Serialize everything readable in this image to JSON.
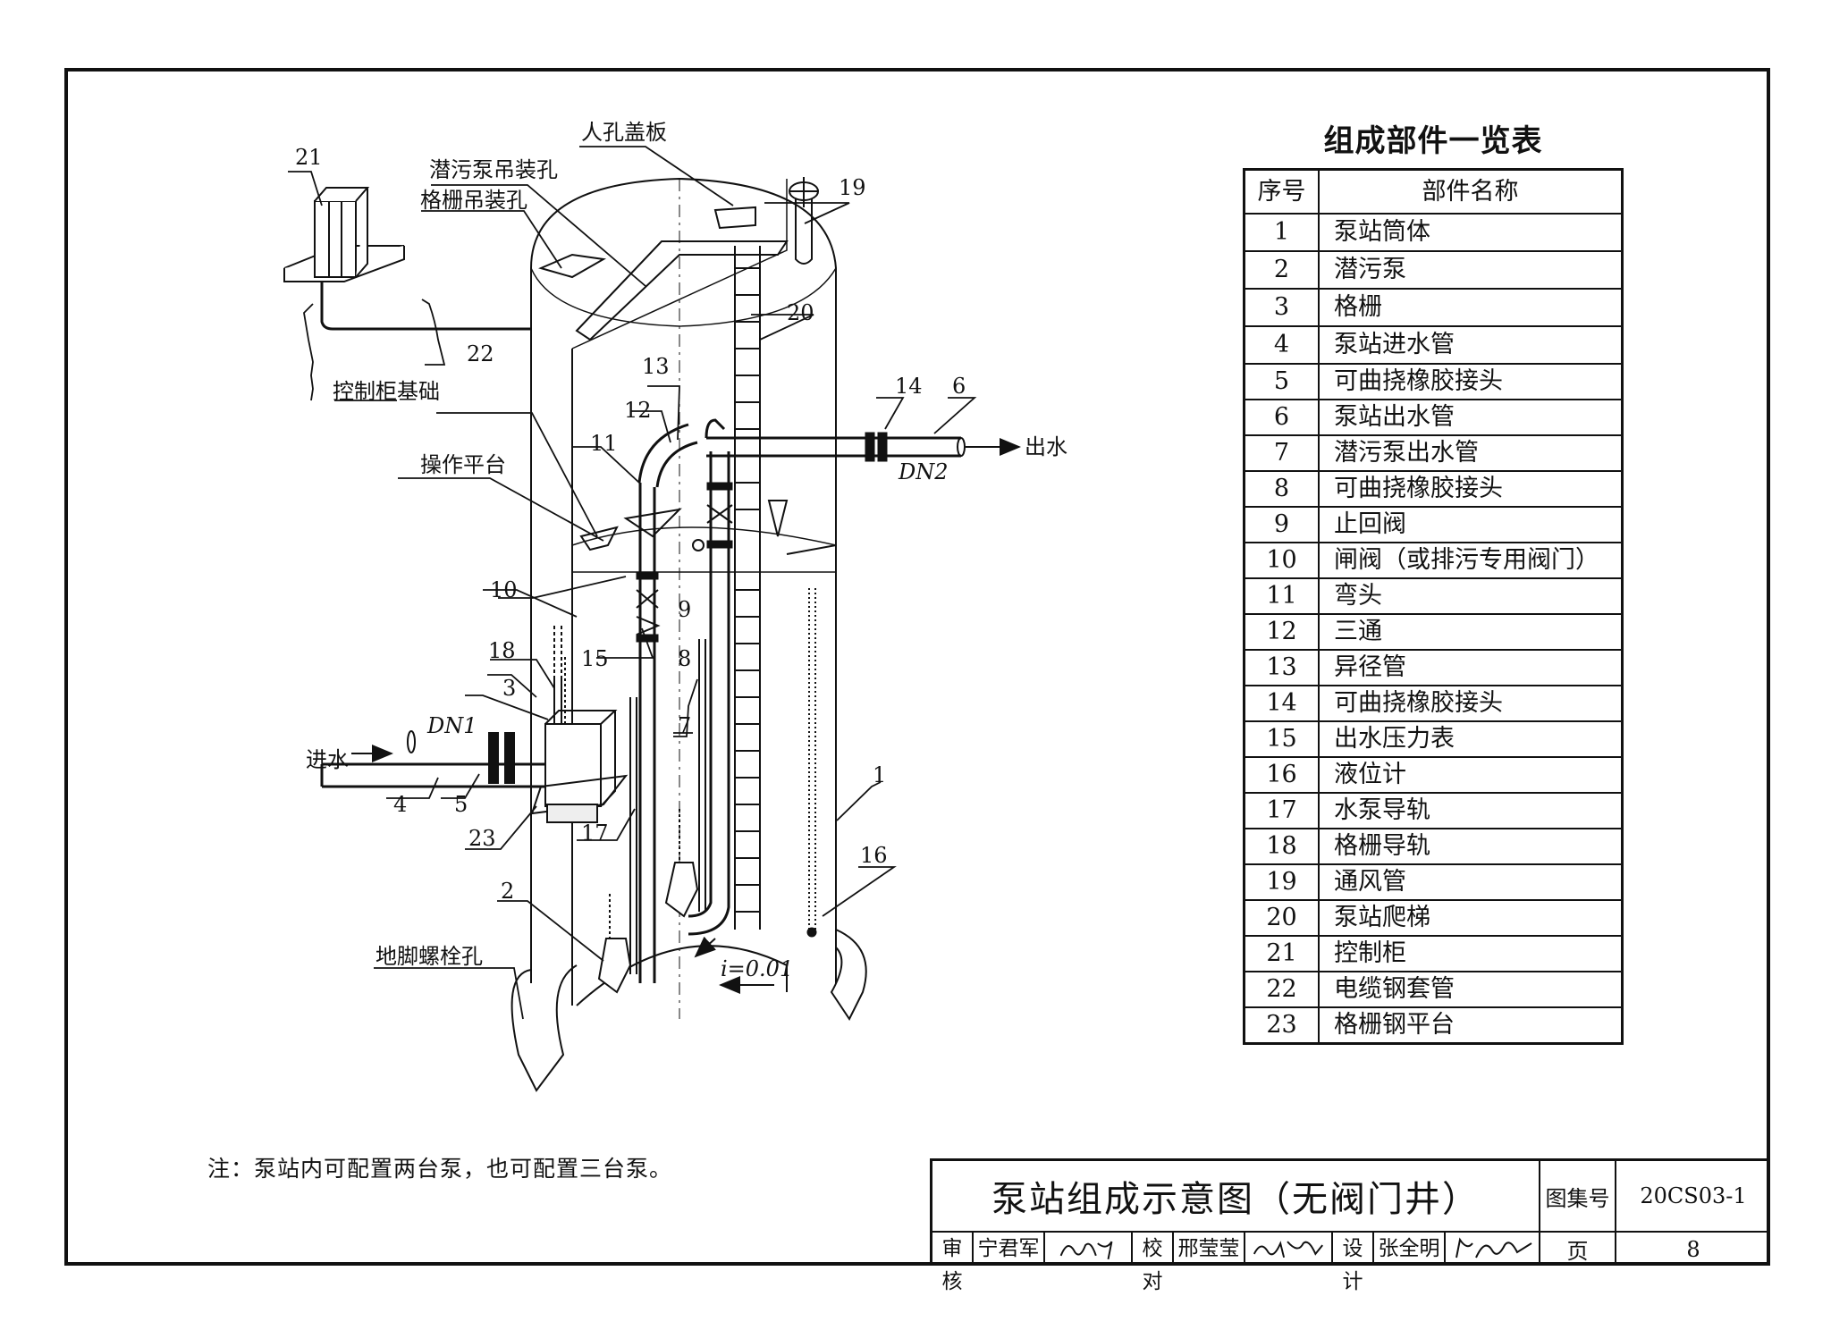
{
  "labels": {
    "manhole_cover": "人孔盖板",
    "pump_lift_hole": "潜污泵吊装孔",
    "screen_lift_hole": "格栅吊装孔",
    "control_base": "控制柜基础",
    "platform": "操作平台",
    "anchor_hole": "地脚螺栓孔",
    "inlet": "进水",
    "outlet": "出水",
    "dn1": "DN1",
    "dn2": "DN2",
    "slope": "i=0.01"
  },
  "callouts": {
    "c1": "1",
    "c2": "2",
    "c3": "3",
    "c4": "4",
    "c5": "5",
    "c6": "6",
    "c7": "7",
    "c8": "8",
    "c9": "9",
    "c10": "10",
    "c11": "11",
    "c12": "12",
    "c13": "13",
    "c14": "14",
    "c15": "15",
    "c16": "16",
    "c17": "17",
    "c18": "18",
    "c19": "19",
    "c20": "20",
    "c21": "21",
    "c22": "22",
    "c23": "23"
  },
  "parts_table": {
    "caption": "组成部件一览表",
    "header_num": "序号",
    "header_name": "部件名称",
    "rows": [
      {
        "num": "1",
        "name": "泵站筒体"
      },
      {
        "num": "2",
        "name": "潜污泵"
      },
      {
        "num": "3",
        "name": "格栅"
      },
      {
        "num": "4",
        "name": "泵站进水管"
      },
      {
        "num": "5",
        "name": "可曲挠橡胶接头"
      },
      {
        "num": "6",
        "name": "泵站出水管"
      },
      {
        "num": "7",
        "name": "潜污泵出水管"
      },
      {
        "num": "8",
        "name": "可曲挠橡胶接头"
      },
      {
        "num": "9",
        "name": "止回阀"
      },
      {
        "num": "10",
        "name": "闸阀（或排污专用阀门）"
      },
      {
        "num": "11",
        "name": "弯头"
      },
      {
        "num": "12",
        "name": "三通"
      },
      {
        "num": "13",
        "name": "异径管"
      },
      {
        "num": "14",
        "name": "可曲挠橡胶接头"
      },
      {
        "num": "15",
        "name": "出水压力表"
      },
      {
        "num": "16",
        "name": "液位计"
      },
      {
        "num": "17",
        "name": "水泵导轨"
      },
      {
        "num": "18",
        "name": "格栅导轨"
      },
      {
        "num": "19",
        "name": "通风管"
      },
      {
        "num": "20",
        "name": "泵站爬梯"
      },
      {
        "num": "21",
        "name": "控制柜"
      },
      {
        "num": "22",
        "name": "电缆钢套管"
      },
      {
        "num": "23",
        "name": "格栅钢平台"
      }
    ]
  },
  "note": "注：泵站内可配置两台泵，也可配置三台泵。",
  "title_block": {
    "title": "泵站组成示意图（无阀门井）",
    "atlas_label": "图集号",
    "atlas_value": "20CS03-1",
    "page_label": "页",
    "page_value": "8",
    "review_label": "审核",
    "reviewer": "宁君军",
    "check_label": "校对",
    "checker": "邢莹莹",
    "design_label": "设计",
    "designer": "张全明"
  }
}
